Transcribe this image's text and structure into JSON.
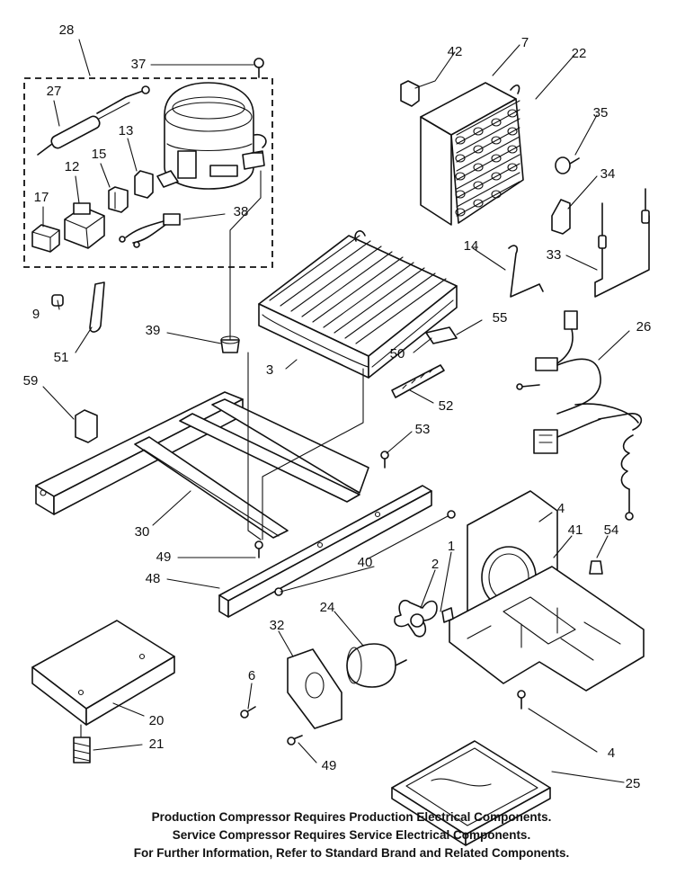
{
  "callouts": {
    "c28": "28",
    "c37": "37",
    "c27": "27",
    "c13": "13",
    "c15": "15",
    "c12": "12",
    "c17": "17",
    "c38": "38",
    "c42": "42",
    "c7": "7",
    "c22": "22",
    "c35": "35",
    "c34": "34",
    "c14": "14",
    "c33": "33",
    "c55": "55",
    "c50": "50",
    "c26": "26",
    "c52": "52",
    "c9": "9",
    "c51": "51",
    "c39": "39",
    "c3": "3",
    "c59": "59",
    "c53": "53",
    "c30": "30",
    "c49a": "49",
    "c48": "48",
    "c40": "40",
    "c4a": "4",
    "c41": "41",
    "c54": "54",
    "c1": "1",
    "c2": "2",
    "c24": "24",
    "c32": "32",
    "c6": "6",
    "c20": "20",
    "c21": "21",
    "c4b": "4",
    "c49b": "49",
    "c25": "25"
  },
  "notes": [
    "Production Compressor Requires Production Electrical Components.",
    "Service Compressor Requires Service Electrical Components.",
    "For Further Information, Refer to Standard Brand and Related Components."
  ]
}
